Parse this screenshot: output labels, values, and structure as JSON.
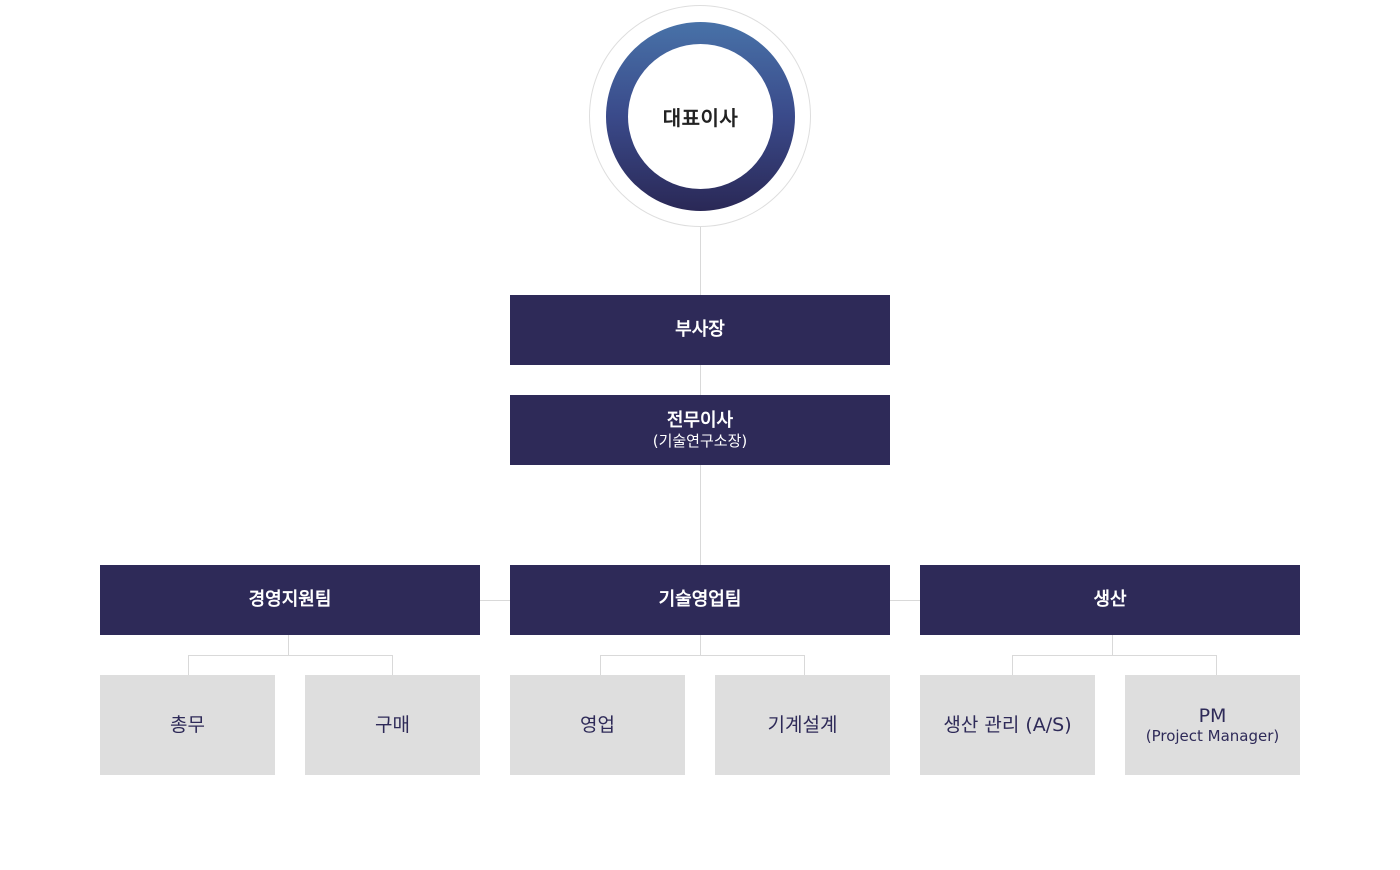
{
  "ceo": {
    "label": "대표이사"
  },
  "vice_president": {
    "label": "부사장"
  },
  "executive_director": {
    "label": "전무이사",
    "sub": "(기술연구소장)"
  },
  "teams": [
    {
      "label": "경영지원팀",
      "units": [
        {
          "label": "총무"
        },
        {
          "label": "구매"
        }
      ]
    },
    {
      "label": "기술영업팀",
      "units": [
        {
          "label": "영업"
        },
        {
          "label": "기계설계"
        }
      ]
    },
    {
      "label": "생산",
      "units": [
        {
          "label": "생산 관리 (A/S)"
        },
        {
          "label": "PM",
          "sub": "(Project Manager)"
        }
      ]
    }
  ],
  "colors": {
    "dark_box": "#2e2a58",
    "light_box": "#dedede",
    "connector": "#d9d9d9",
    "ring_top": "#4872a8",
    "ring_bottom": "#2a2856"
  }
}
